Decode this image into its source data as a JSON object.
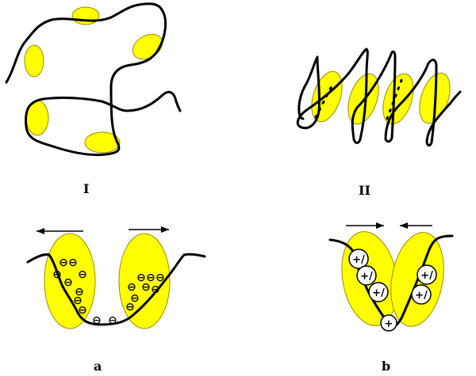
{
  "colors": {
    "bead_fill": "#ffff00",
    "chain_stroke": "#000000",
    "background": "#ffffff"
  },
  "labels": {
    "panel_I": "I",
    "panel_II": "II",
    "panel_a": "a",
    "panel_b": "b"
  },
  "charges": {
    "negative": "⊖",
    "positive": "+",
    "mixed": "+/"
  }
}
